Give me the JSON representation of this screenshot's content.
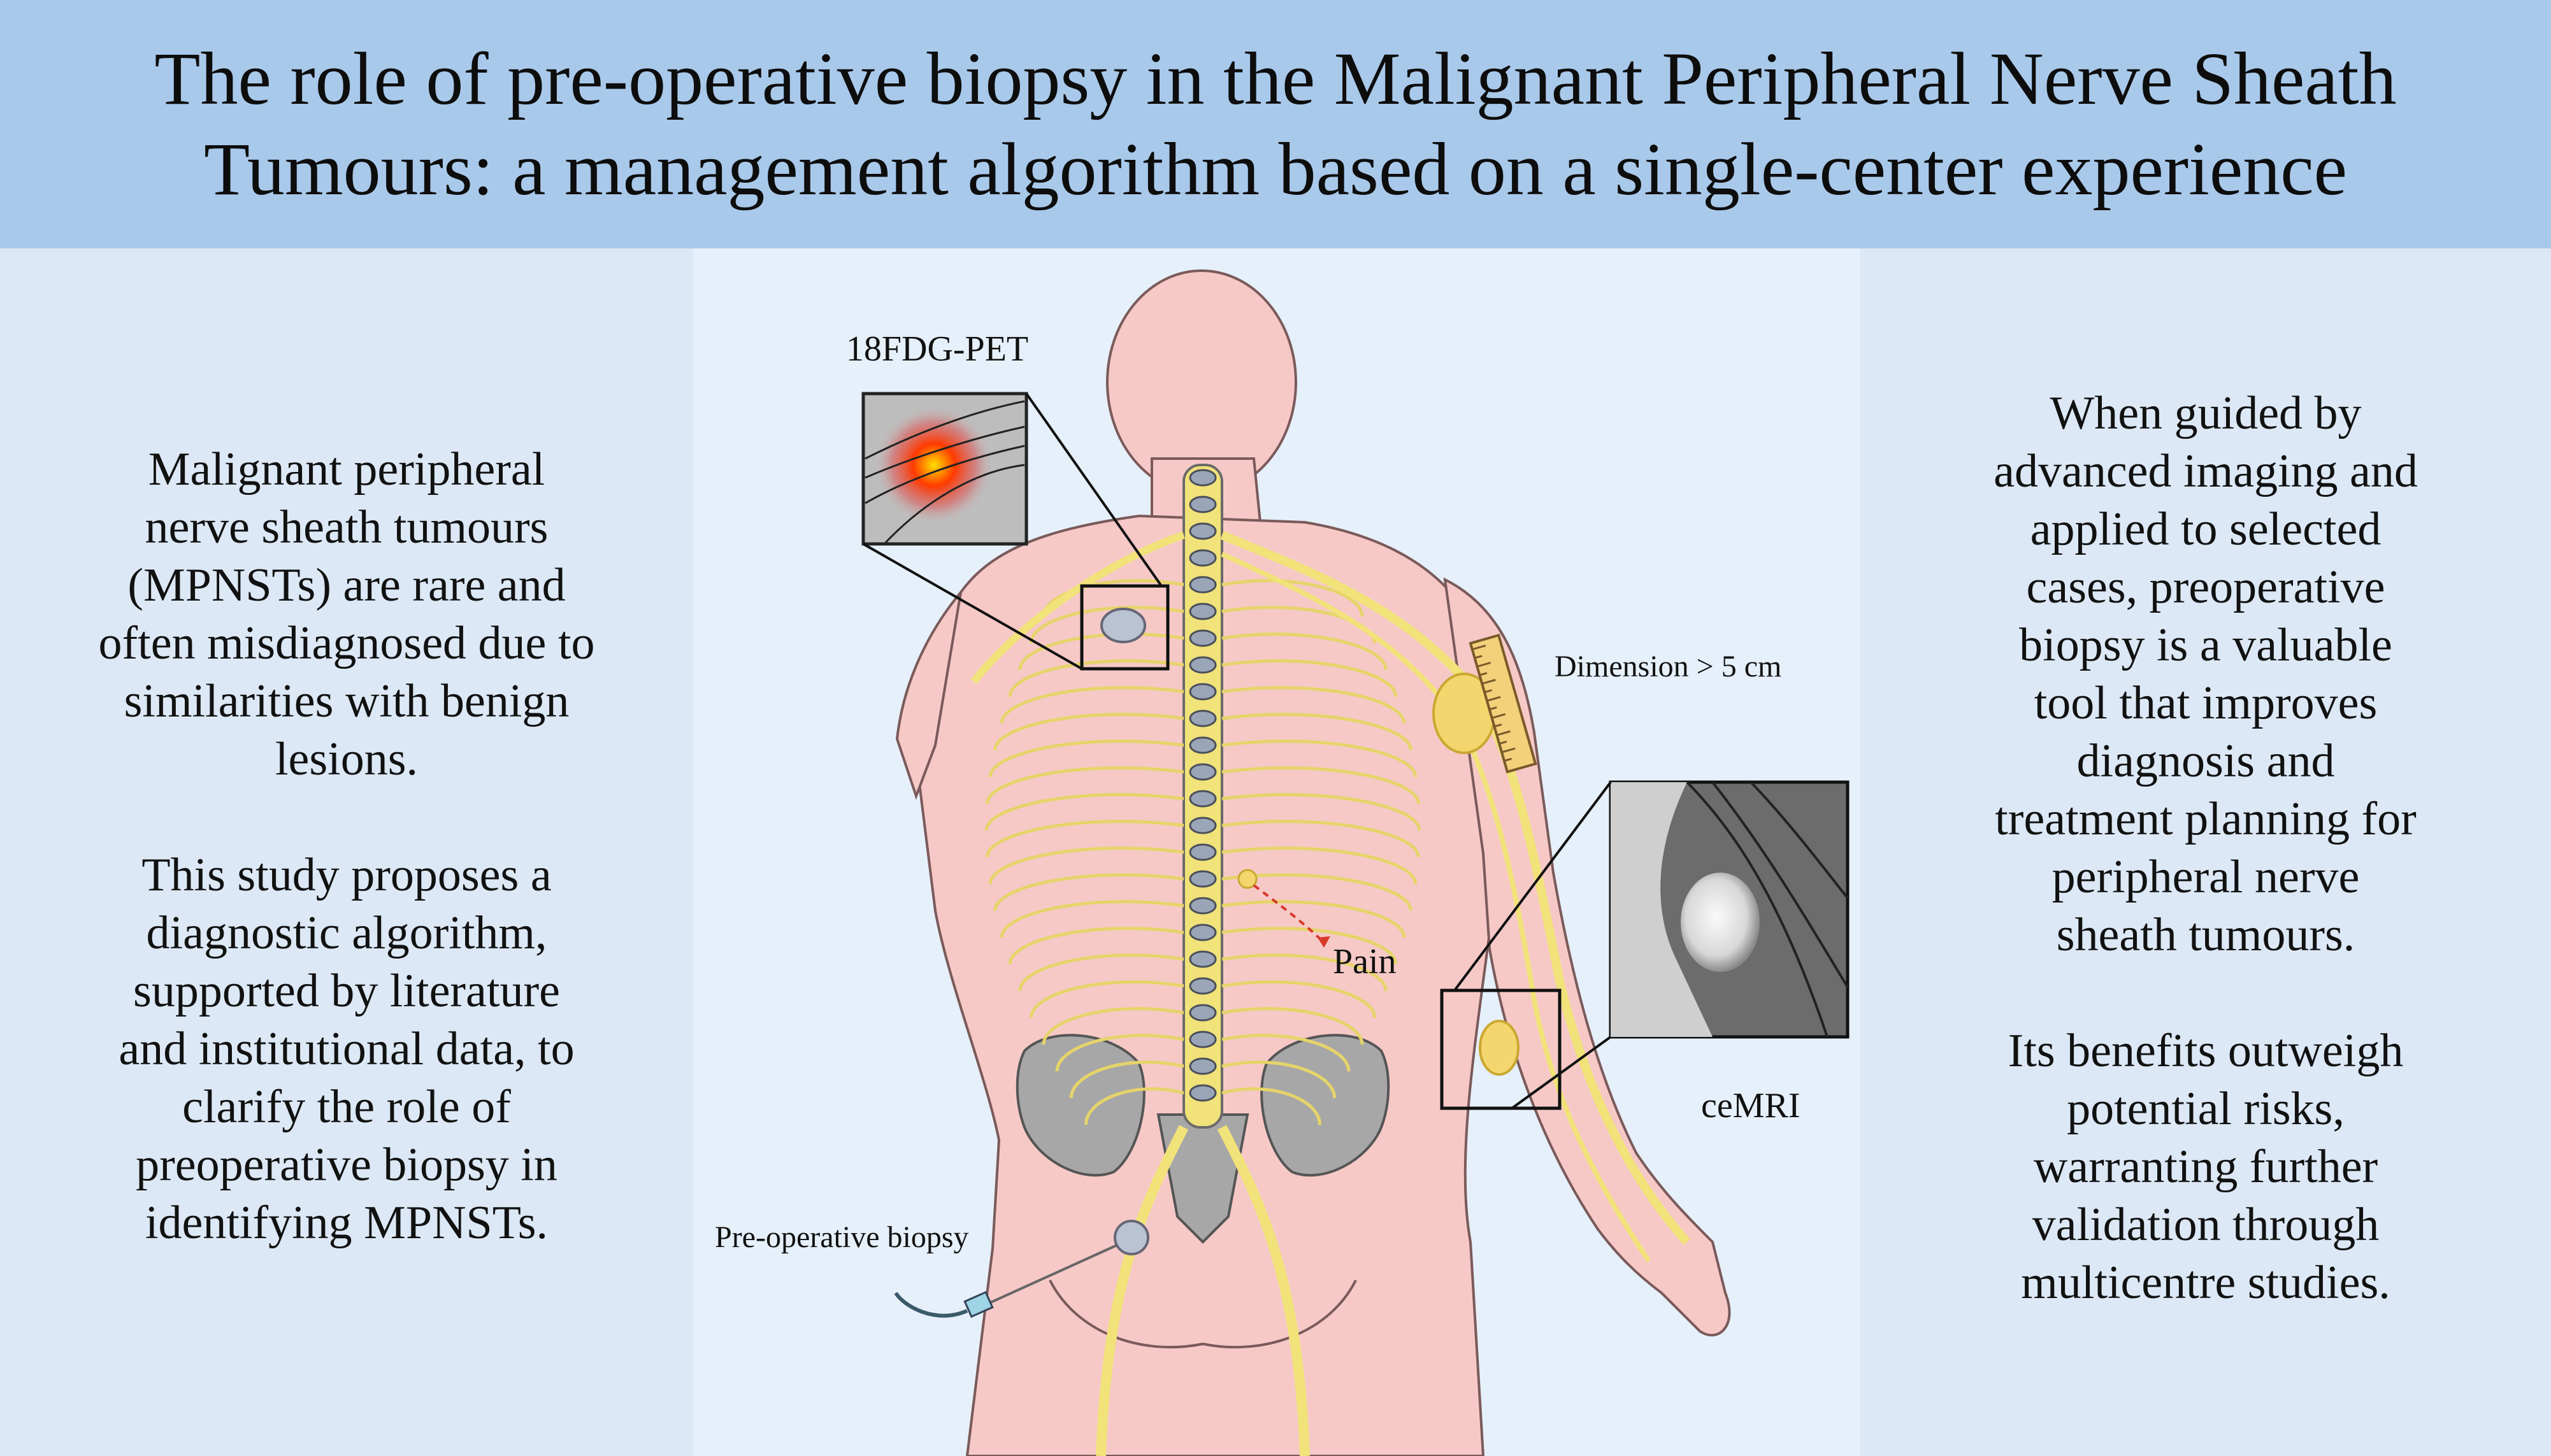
{
  "header": {
    "title_line1": "The role of pre-operative biopsy in the Malignant Peripheral Nerve Sheath",
    "title_line2": "Tumours: a management algorithm based on a single-center experience"
  },
  "left_text": {
    "paragraph1_lines": [
      "Malignant peripheral",
      "nerve sheath tumours",
      "(MPNSTs) are rare and",
      "often misdiagnosed due to",
      "similarities with benign",
      "lesions."
    ],
    "paragraph2_lines": [
      "This study proposes a",
      "diagnostic algorithm,",
      "supported by literature",
      "and institutional data, to",
      "clarify the role of",
      "preoperative biopsy in",
      "identifying MPNSTs."
    ]
  },
  "right_text": {
    "paragraph1_lines": [
      "When guided by",
      "advanced imaging and",
      "applied to selected",
      "cases, preoperative",
      "biopsy is a valuable",
      "tool that improves",
      "diagnosis and",
      "treatment planning for",
      "peripheral nerve",
      "sheath tumours."
    ],
    "paragraph2_lines": [
      "Its benefits outweigh",
      "potential risks,",
      "warranting further",
      "validation through",
      "multicentre studies."
    ]
  },
  "figure_labels": {
    "pet": "18FDG-PET",
    "dimension": "Dimension > 5 cm",
    "pain": "Pain",
    "cemri": "ceMRI",
    "biopsy": "Pre-operative biopsy"
  },
  "colors": {
    "header_bg": "#a9c9ea",
    "side_bg": "#dce8f5",
    "center_bg": "#e6f0fa",
    "skin": "#f6c9c7",
    "nerve": "#f1e27a",
    "bone": "#a7a7a7",
    "tumour": "#f3d66e",
    "pet_hot": "#ff2a00"
  }
}
